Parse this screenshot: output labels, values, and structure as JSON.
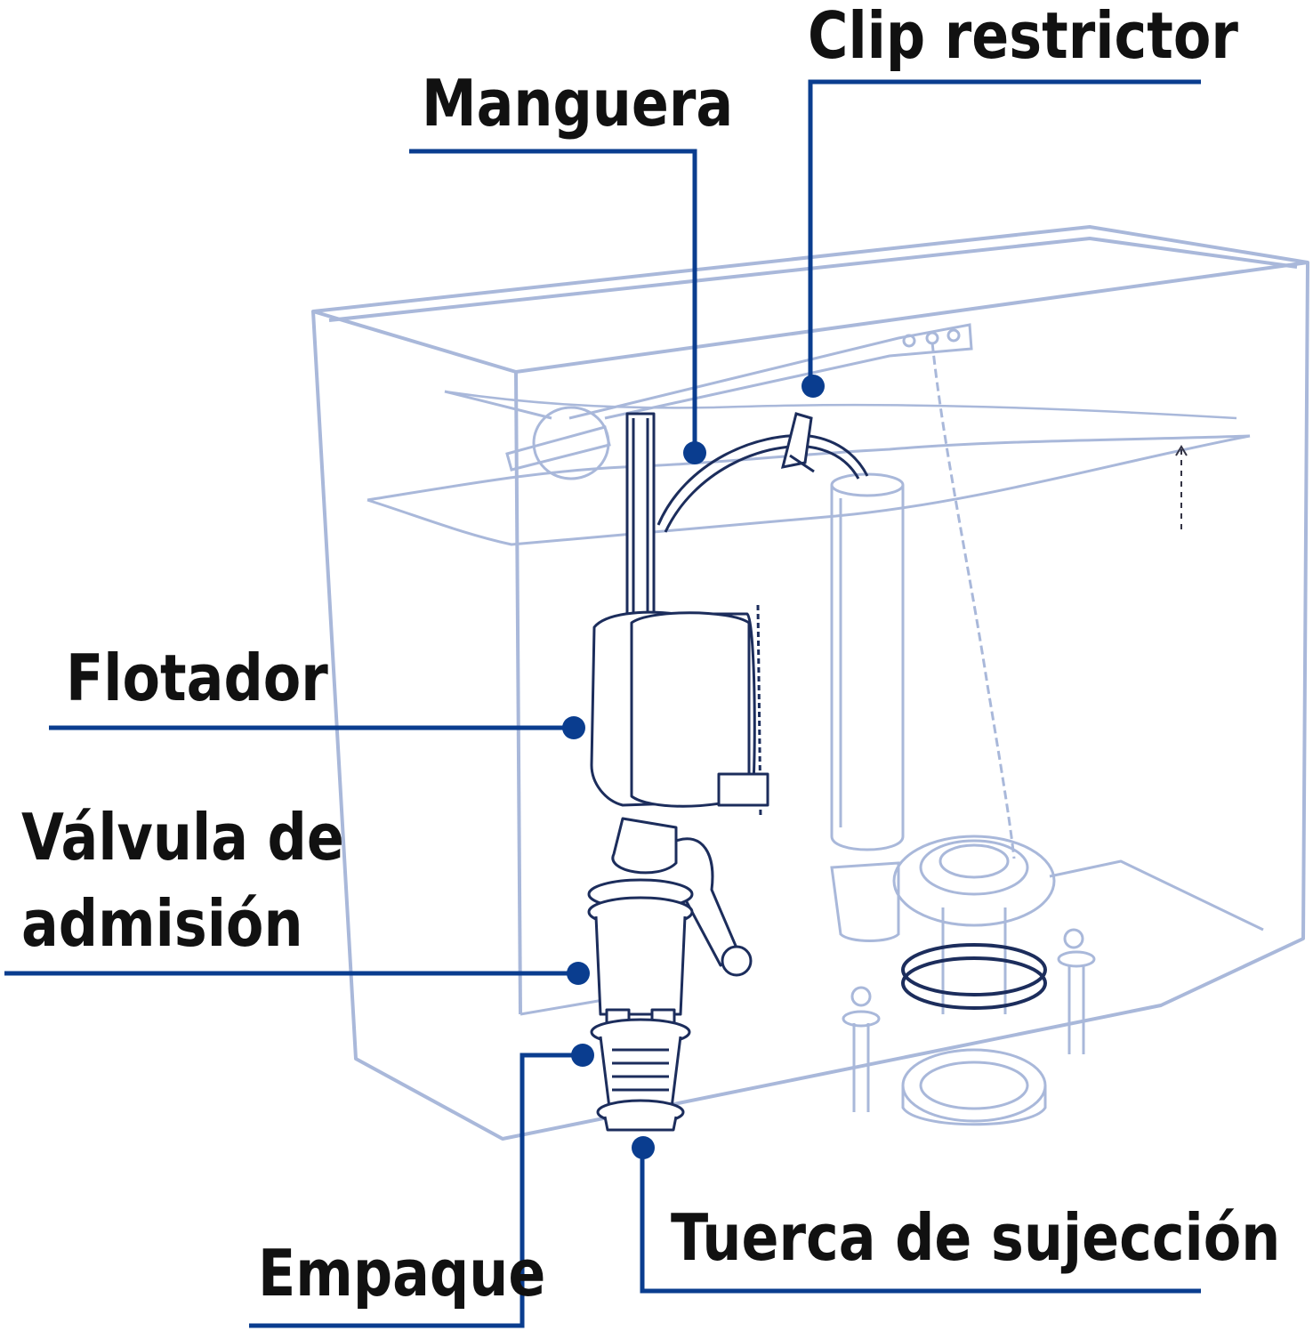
{
  "labels": {
    "clip_restrictor": "Clip restrictor",
    "manguera": "Manguera",
    "flotador": "Flotador",
    "valvula_line1": "Válvula de",
    "valvula_line2": "admisión",
    "empaque": "Empaque",
    "tuerca": "Tuerca de sujección"
  },
  "colors": {
    "leader": "#0a3d8f",
    "tank_outline": "#a9b8da",
    "part_outline": "#1c2d5c",
    "text": "#111111"
  }
}
